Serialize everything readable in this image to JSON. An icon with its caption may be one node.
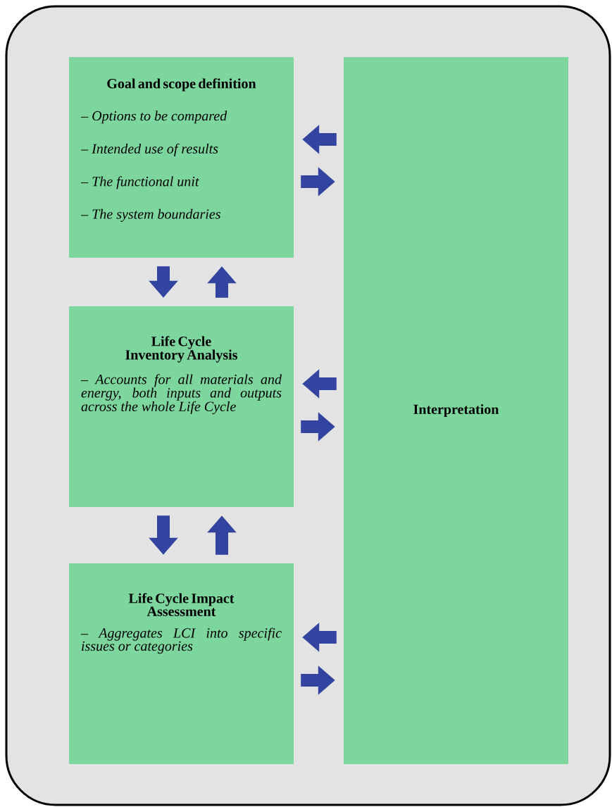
{
  "diagram": {
    "nodes": [
      {
        "text": [
          "Goal and scope definition",
          "– Options to be compared",
          "– Intended use of results",
          "– The functional unit",
          "– The system boundaries"
        ]
      },
      {
        "text": [
          "Life Cycle Inventory Analysis",
          "– Accounts for all materials and energy, both inputs and outputs across the whole Life Cycle"
        ]
      },
      {
        "text": [
          "Life Cycle Impact Assessment",
          "– Aggregates LCI into specific issues or categories"
        ]
      },
      {
        "text": [
          "Interpretation"
        ]
      }
    ],
    "edges": [
      {
        "from": 0,
        "to": 1,
        "arrow": "to"
      },
      {
        "from": 1,
        "to": 0,
        "arrow": "to"
      },
      {
        "from": 1,
        "to": 2,
        "arrow": "to"
      },
      {
        "from": 2,
        "to": 1,
        "arrow": "to"
      },
      {
        "from": 3,
        "to": 0,
        "arrow": "to"
      },
      {
        "from": 0,
        "to": 3,
        "arrow": "to"
      },
      {
        "from": 3,
        "to": 1,
        "arrow": "to"
      },
      {
        "from": 1,
        "to": 3,
        "arrow": "to"
      },
      {
        "from": 3,
        "to": 2,
        "arrow": "to"
      },
      {
        "from": 2,
        "to": 3,
        "arrow": "to"
      }
    ]
  }
}
